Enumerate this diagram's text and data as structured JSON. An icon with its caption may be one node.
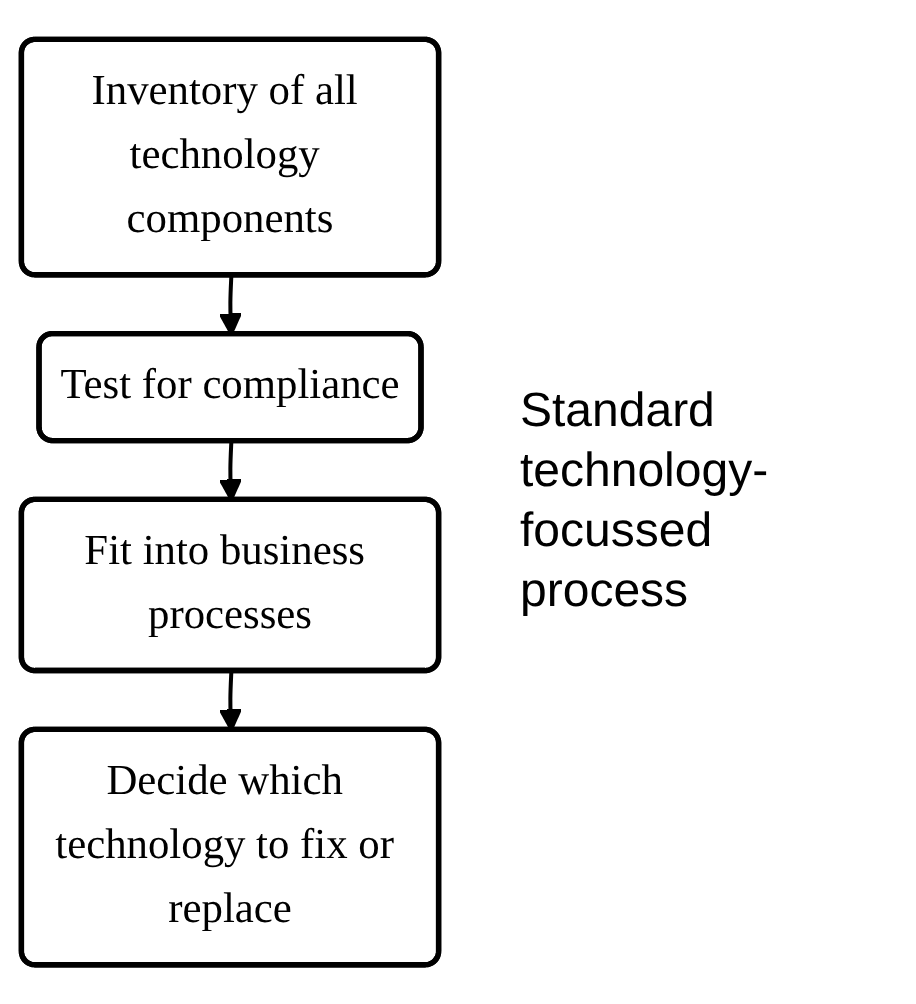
{
  "diagram": {
    "nodes": [
      {
        "text": [
          "Inventory of all technology components"
        ]
      },
      {
        "text": [
          "Test for compliance"
        ]
      },
      {
        "text": [
          "Fit into business processes"
        ]
      },
      {
        "text": [
          "Decide which technology to fix or replace"
        ]
      }
    ],
    "edges": [
      {
        "from": 0,
        "to": 1,
        "arrow": "to"
      },
      {
        "from": 1,
        "to": 2,
        "arrow": "to"
      },
      {
        "from": 2,
        "to": 3,
        "arrow": "to"
      }
    ],
    "labels": [
      "Standard technology-focussed process"
    ]
  }
}
